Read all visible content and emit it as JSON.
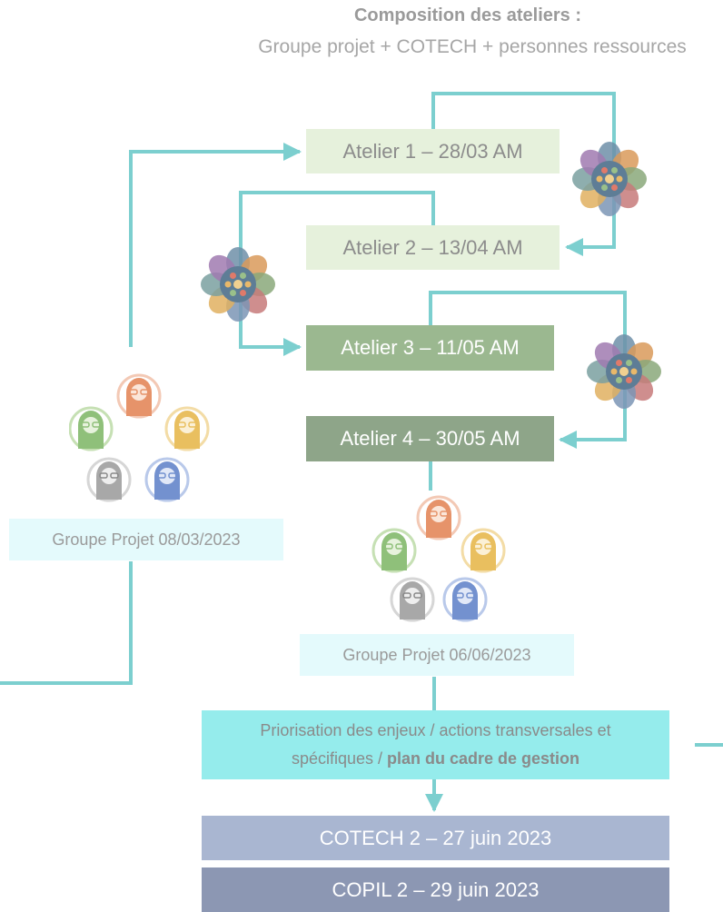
{
  "header": {
    "title": "Composition des ateliers :",
    "subtitle": "Groupe projet + COTECH + personnes ressources"
  },
  "ateliers": [
    {
      "label": "Atelier 1 – 28/03 AM"
    },
    {
      "label": "Atelier 2 – 13/04 AM"
    },
    {
      "label": "Atelier 3 – 11/05 AM"
    },
    {
      "label": "Atelier 4 – 30/05 AM"
    }
  ],
  "groupes": [
    {
      "label": "Groupe Projet 08/03/2023"
    },
    {
      "label": "Groupe Projet 06/06/2023"
    }
  ],
  "priorisation": {
    "line1": "Priorisation des enjeux / actions transversales et",
    "line2_prefix": "spécifiques / ",
    "line2_bold": "plan du cadre de gestion"
  },
  "cotech": {
    "label": "COTECH 2 – 27 juin 2023"
  },
  "copil": {
    "label": "COPIL 2 – 29 juin 2023"
  },
  "colors": {
    "connector": "#7ccfcf",
    "atelier_light": "#e6f1dc",
    "atelier_dark": "#9bb890",
    "atelier_darker": "#8ea589",
    "groupe_bg": "#e4fafc",
    "priorisation_bg": "#95ecec",
    "cotech_bg": "#a9b6d1",
    "copil_bg": "#8c97b3"
  },
  "icons": {
    "workshop": "workshop-flower-icon",
    "people": "team-people-icon"
  }
}
